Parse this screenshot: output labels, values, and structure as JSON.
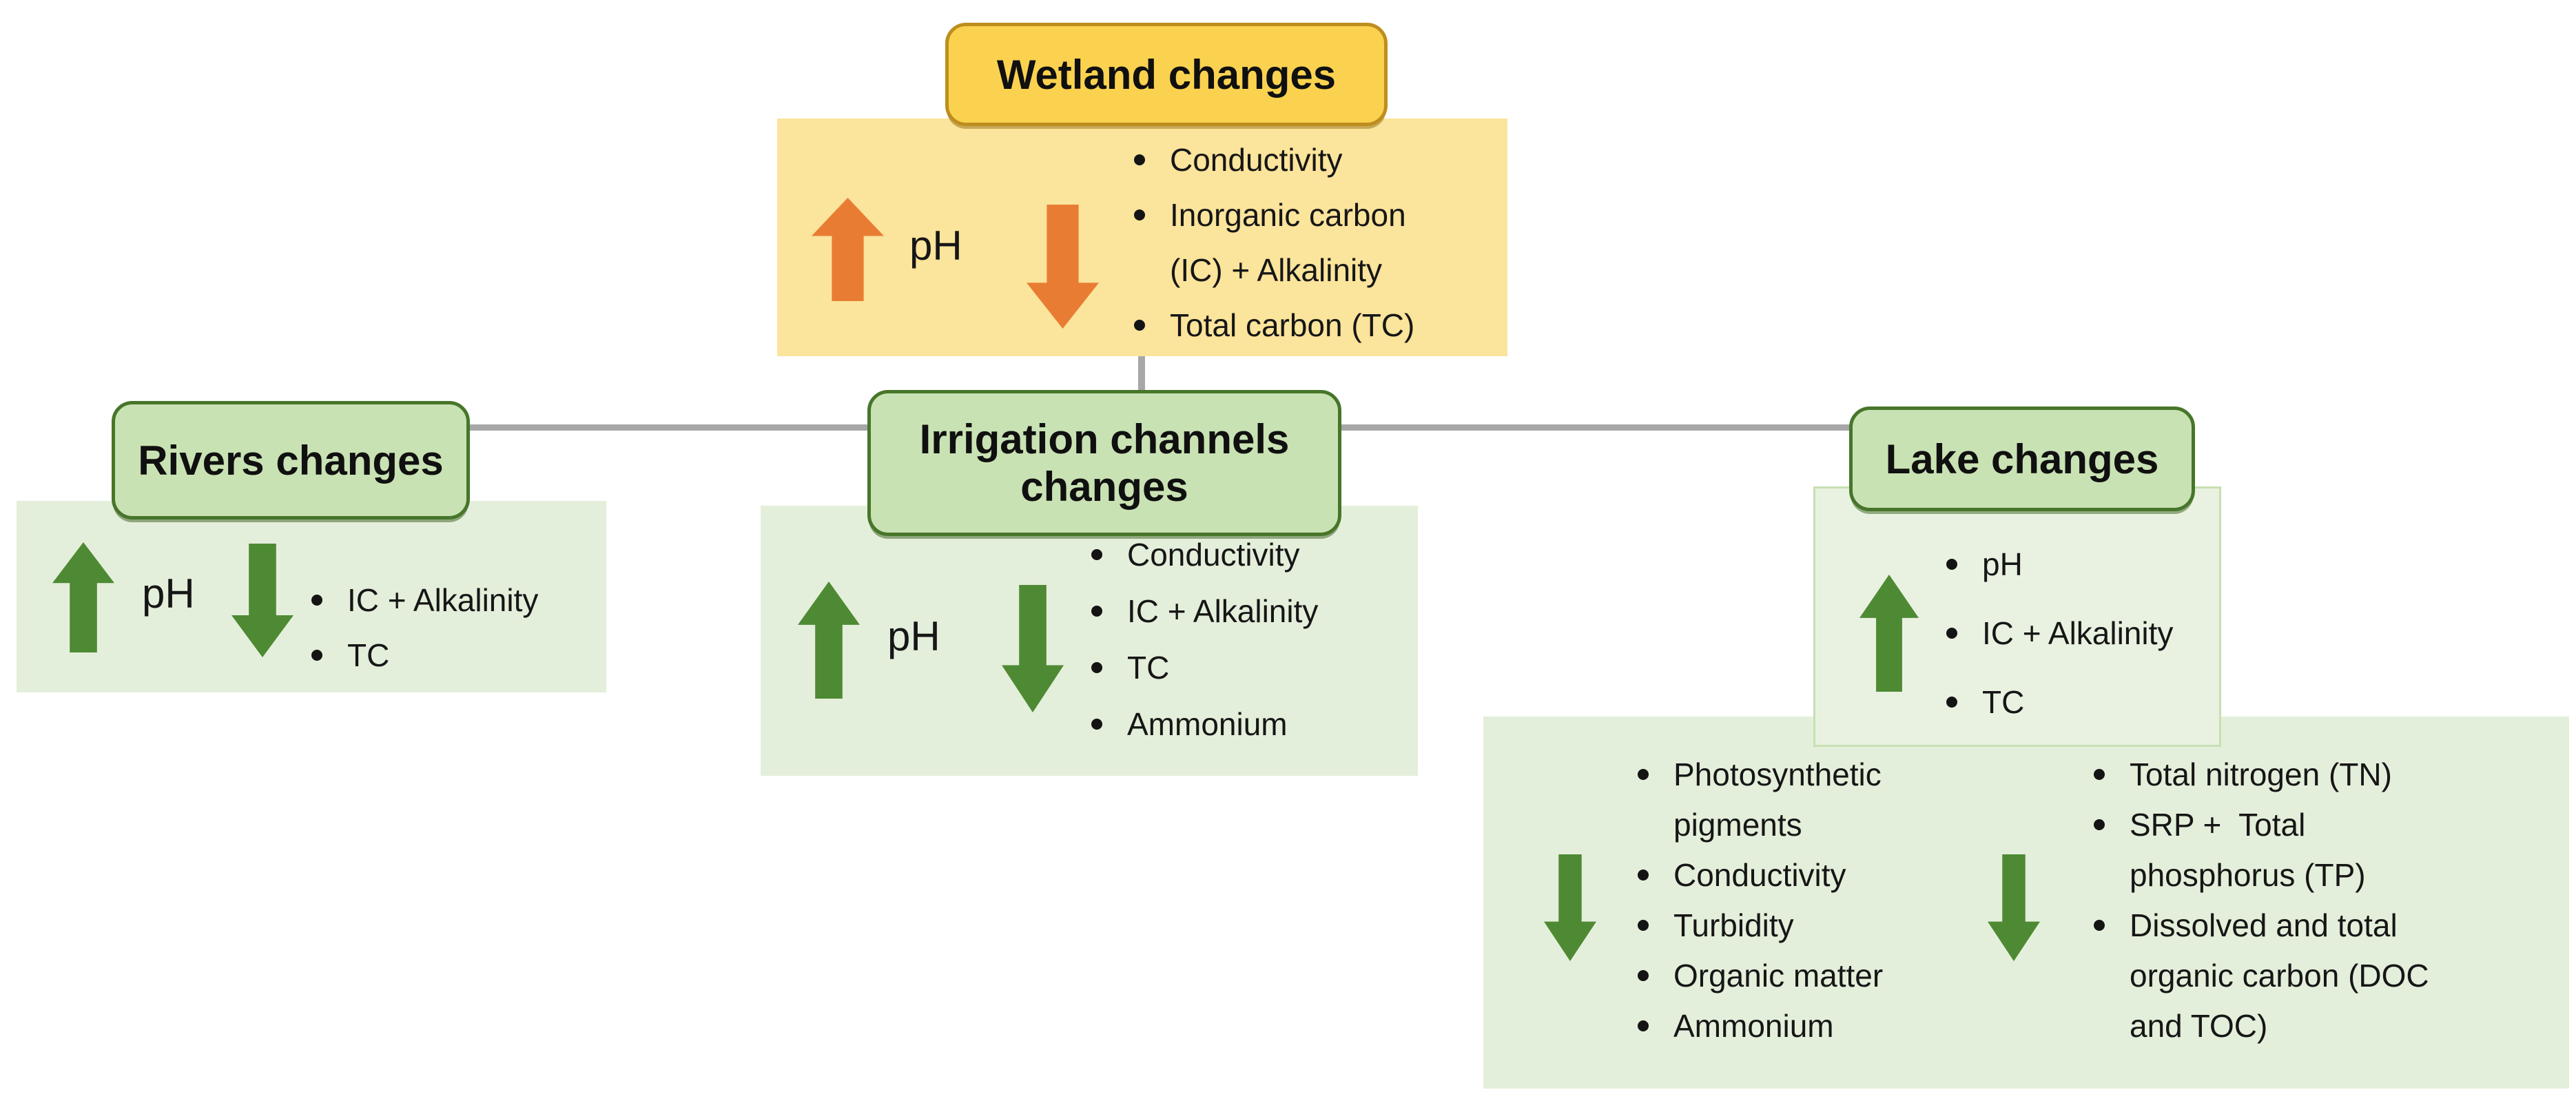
{
  "diagram": {
    "wetland": {
      "title": "Wetland changes",
      "ph_label": "pH",
      "decreased_items": [
        "Conductivity",
        "Inorganic carbon (IC) + Alkalinity",
        "Total carbon (TC)"
      ]
    },
    "rivers": {
      "title": "Rivers changes",
      "ph_label": "pH",
      "decreased_items": [
        "IC + Alkalinity",
        "TC"
      ]
    },
    "irrigation": {
      "title": "Irrigation channels changes",
      "ph_label": "pH",
      "decreased_items": [
        "Conductivity",
        "IC + Alkalinity",
        "TC",
        "Ammonium"
      ]
    },
    "lake": {
      "title": "Lake changes",
      "increased_items": [
        "pH",
        "IC + Alkalinity",
        "TC"
      ],
      "decreased_items_left": [
        "Photosynthetic pigments",
        "Conductivity",
        "Turbidity",
        "Organic matter",
        "Ammonium"
      ],
      "decreased_items_right": [
        "Total nitrogen (TN)",
        "SRP +  Total phosphorus (TP)",
        "Dissolved and total organic carbon (DOC and TOC)"
      ]
    },
    "icons": {
      "increase": "up-arrow-icon",
      "decrease": "down-arrow-icon",
      "bullet": "bullet-dot-icon"
    },
    "colors": {
      "gold_header_fill": "#FBD24F",
      "gold_header_border": "#BD8E1E",
      "yellow_panel": "#FBE49B",
      "orange_arrow": "#E97C33",
      "green_header_fill": "#C9E2B4",
      "green_header_border": "#47762A",
      "green_panel": "#E4EFDB",
      "lake_upper_panel": "#E9F2E1",
      "green_arrow": "#4E8A33",
      "connector_line": "#A7A7A7"
    }
  }
}
